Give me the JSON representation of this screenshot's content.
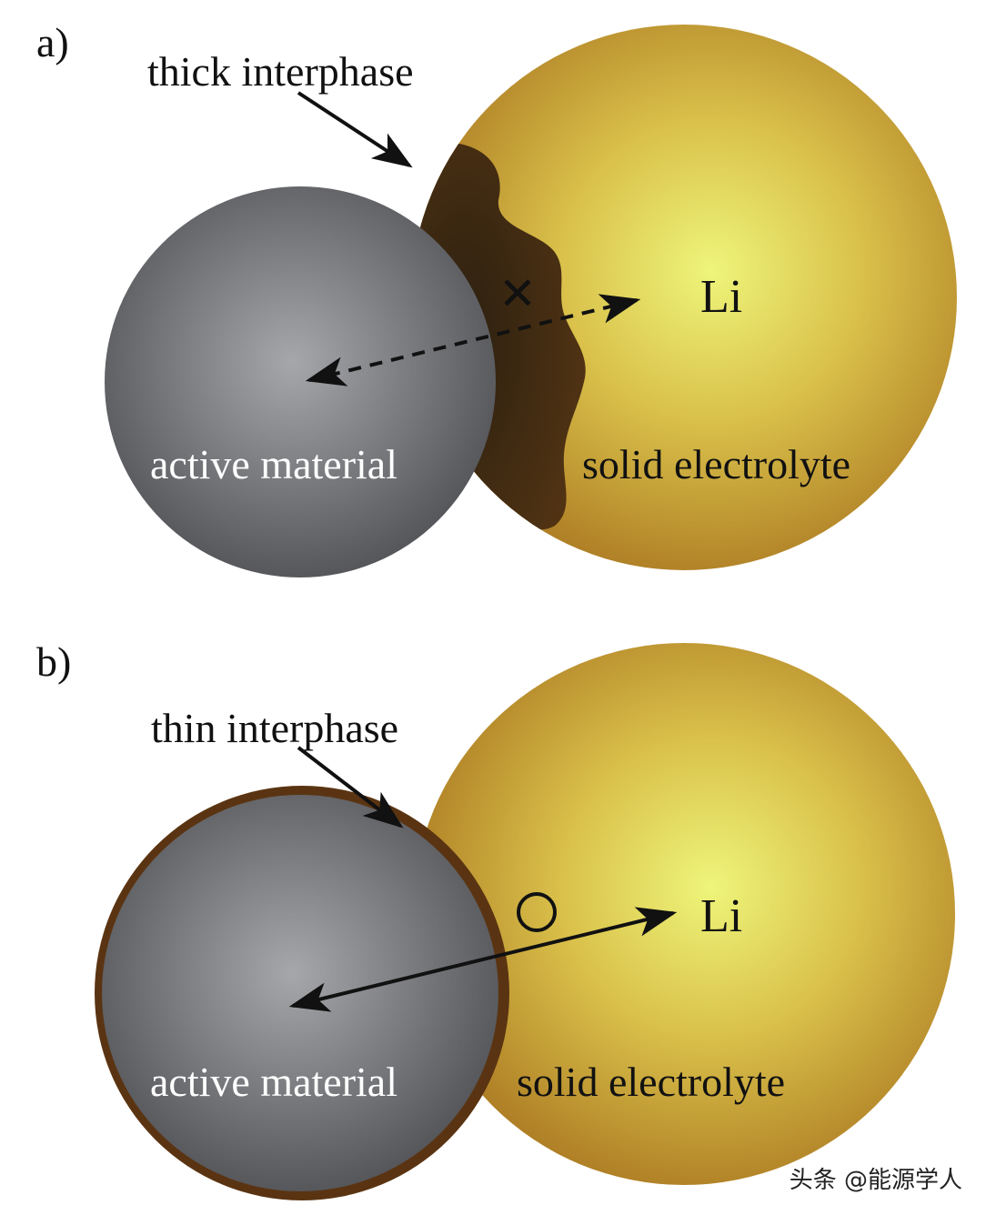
{
  "panels": [
    {
      "label": "a)",
      "callout": "thick interphase",
      "active_material": "active material",
      "solid_electrolyte": "solid electrolyte",
      "ion": "Li",
      "transport_marker": "✕",
      "transport_marker_icon": "cross-mark-icon",
      "path_style": "dashed"
    },
    {
      "label": "b)",
      "callout": "thin interphase",
      "active_material": "active material",
      "solid_electrolyte": "solid electrolyte",
      "ion": "Li",
      "transport_marker": "○",
      "transport_marker_icon": "circle-mark-icon",
      "path_style": "solid"
    }
  ],
  "watermark": "头条 @能源学人",
  "colors": {
    "electrolyte_center": "#eef57a",
    "electrolyte_edge": "#a8741f",
    "active_center": "#a6a7aa",
    "active_edge": "#4f5054",
    "thick_interphase": "#4a2d12",
    "thin_interphase": "#5a3412"
  }
}
